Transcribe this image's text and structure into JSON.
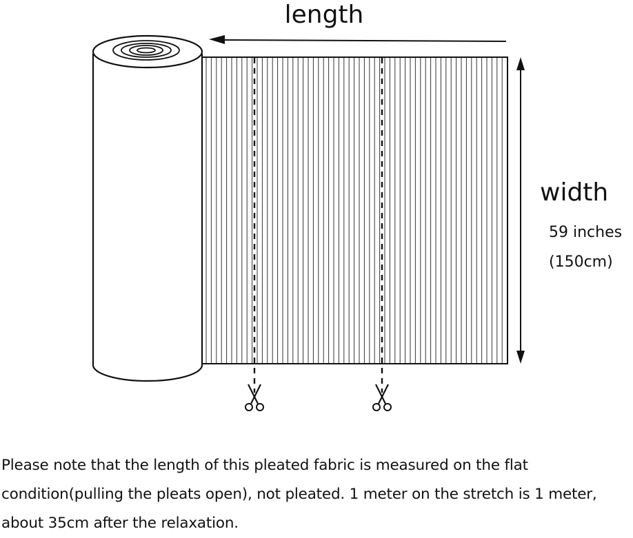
{
  "labels": {
    "length": "length",
    "width": "width",
    "width_inches": "59 inches",
    "width_cm": "(150cm)"
  },
  "note": {
    "text": "Please note that the length of this pleated fabric is measured on the flat condition(pulling the pleats open), not pleated. 1 meter on the stretch is 1 meter, about 35cm after the relaxation."
  },
  "colors": {
    "stroke": "#111111",
    "pleat": "#333333"
  }
}
